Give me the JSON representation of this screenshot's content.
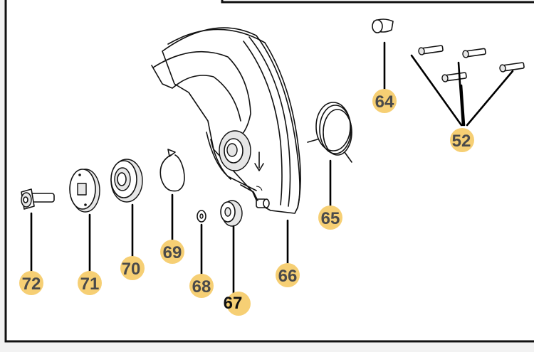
{
  "callouts": {
    "p52": "52",
    "p64": "64",
    "p65": "65",
    "p66": "66",
    "p67": "67",
    "p68": "68",
    "p69": "69",
    "p70": "70",
    "p71": "71",
    "p72": "72"
  },
  "colors": {
    "callout_bubble": "#f6cf74",
    "line_art": "#111111",
    "background": "#ffffff"
  }
}
